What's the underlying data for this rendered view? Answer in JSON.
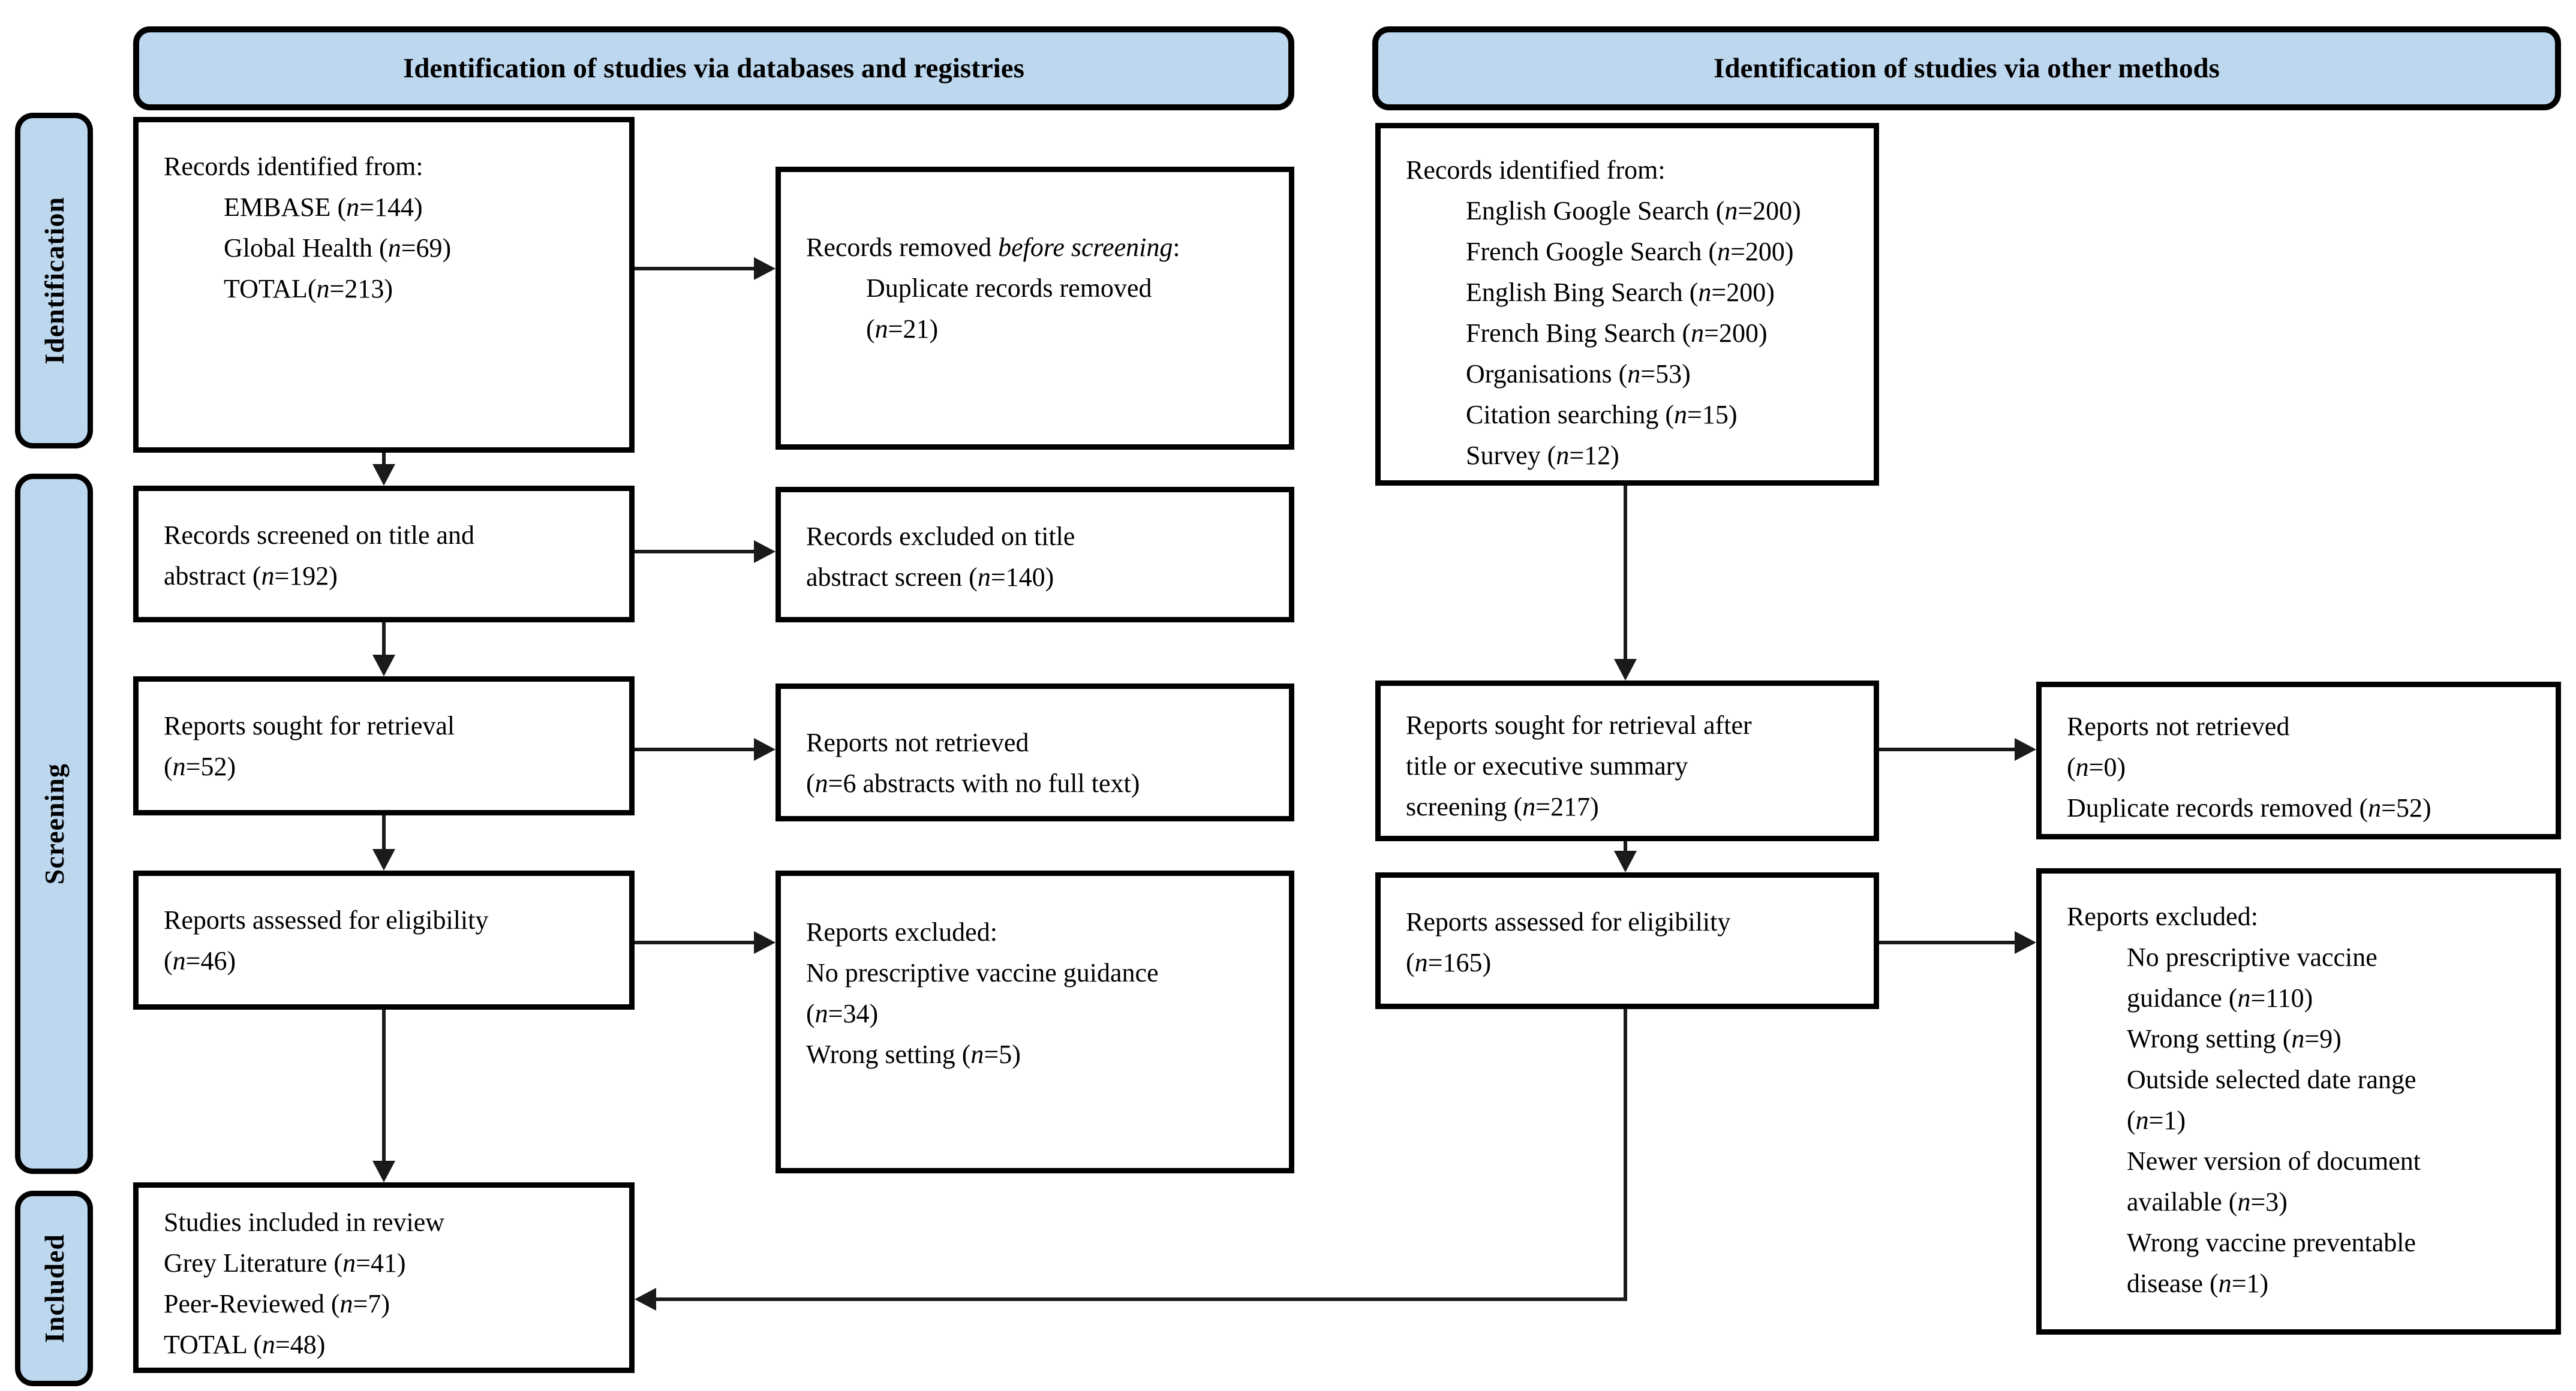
{
  "headers": {
    "left": "Identification of studies via databases and registries",
    "right": "Identification of studies via other methods"
  },
  "side_labels": {
    "identification": "Identification",
    "screening": "Screening",
    "included": "Included"
  },
  "colors": {
    "panel_fill": "#bdd7ee",
    "box_border": "#000000",
    "arrow": "#1a1a1a"
  },
  "boxes": {
    "db_identified": {
      "lines": [
        {
          "text": "Records identified from:"
        },
        {
          "text": "EMBASE (n=144)",
          "indent": true
        },
        {
          "text": "Global Health (n=69)",
          "indent": true
        },
        {
          "text": "TOTAL(n=213)",
          "indent": true
        }
      ]
    },
    "db_removed": {
      "lines": [
        {
          "text": "Records removed |before screening|:"
        },
        {
          "text": "Duplicate records removed",
          "indent": true
        },
        {
          "text": "(n=21)",
          "indent": true
        }
      ]
    },
    "db_screened": {
      "lines": [
        {
          "text": "Records screened on title and"
        },
        {
          "text": "abstract (n=192)"
        }
      ]
    },
    "db_excluded_title": {
      "lines": [
        {
          "text": "Records excluded on title"
        },
        {
          "text": "abstract screen (n=140)"
        }
      ]
    },
    "db_sought": {
      "lines": [
        {
          "text": "Reports sought for retrieval"
        },
        {
          "text": "(n=52)"
        }
      ]
    },
    "db_not_retrieved": {
      "lines": [
        {
          "text": "Reports not retrieved"
        },
        {
          "text": "(n=6 abstracts with no full text)"
        }
      ]
    },
    "db_assessed": {
      "lines": [
        {
          "text": "Reports assessed for eligibility"
        },
        {
          "text": "(n=46)"
        }
      ]
    },
    "db_excluded_full": {
      "lines": [
        {
          "text": "Reports excluded:"
        },
        {
          "text": "No prescriptive vaccine guidance"
        },
        {
          "text": "(n=34)"
        },
        {
          "text": "Wrong setting (n=5)"
        }
      ]
    },
    "included_studies": {
      "lines": [
        {
          "text": "Studies included in review"
        },
        {
          "text": "Grey Literature (n=41)"
        },
        {
          "text": "Peer-Reviewed (n=7)"
        },
        {
          "text": "TOTAL (n=48)"
        }
      ]
    },
    "other_identified": {
      "lines": [
        {
          "text": "Records identified from:"
        },
        {
          "text": "English Google Search (n=200)",
          "indent": true
        },
        {
          "text": "French Google Search (n=200)",
          "indent": true
        },
        {
          "text": "English Bing Search (n=200)",
          "indent": true
        },
        {
          "text": "French Bing Search (n=200)",
          "indent": true
        },
        {
          "text": "Organisations (n=53)",
          "indent": true
        },
        {
          "text": "Citation searching (n=15)",
          "indent": true
        },
        {
          "text": "Survey (n=12)",
          "indent": true
        }
      ]
    },
    "other_sought": {
      "lines": [
        {
          "text": "Reports sought for retrieval after"
        },
        {
          "text": "title or executive summary"
        },
        {
          "text": "screening (n=217)"
        }
      ]
    },
    "other_not_retrieved": {
      "lines": [
        {
          "text": "Reports not retrieved"
        },
        {
          "text": "(n=0)"
        },
        {
          "text": "Duplicate records removed (n=52)"
        }
      ]
    },
    "other_assessed": {
      "lines": [
        {
          "text": "Reports assessed for eligibility"
        },
        {
          "text": "(n=165)"
        }
      ]
    },
    "other_excluded": {
      "lines": [
        {
          "text": "Reports excluded:"
        },
        {
          "text": "No prescriptive vaccine",
          "indent": true
        },
        {
          "text": "guidance (n=110)",
          "indent": true
        },
        {
          "text": "Wrong setting (n=9)",
          "indent": true
        },
        {
          "text": "Outside selected date range",
          "indent": true
        },
        {
          "text": "(n=1)",
          "indent": true
        },
        {
          "text": "Newer version of document",
          "indent": true
        },
        {
          "text": "available (n=3)",
          "indent": true
        },
        {
          "text": "Wrong vaccine preventable",
          "indent": true
        },
        {
          "text": "disease (n=1)",
          "indent": true
        }
      ]
    }
  }
}
